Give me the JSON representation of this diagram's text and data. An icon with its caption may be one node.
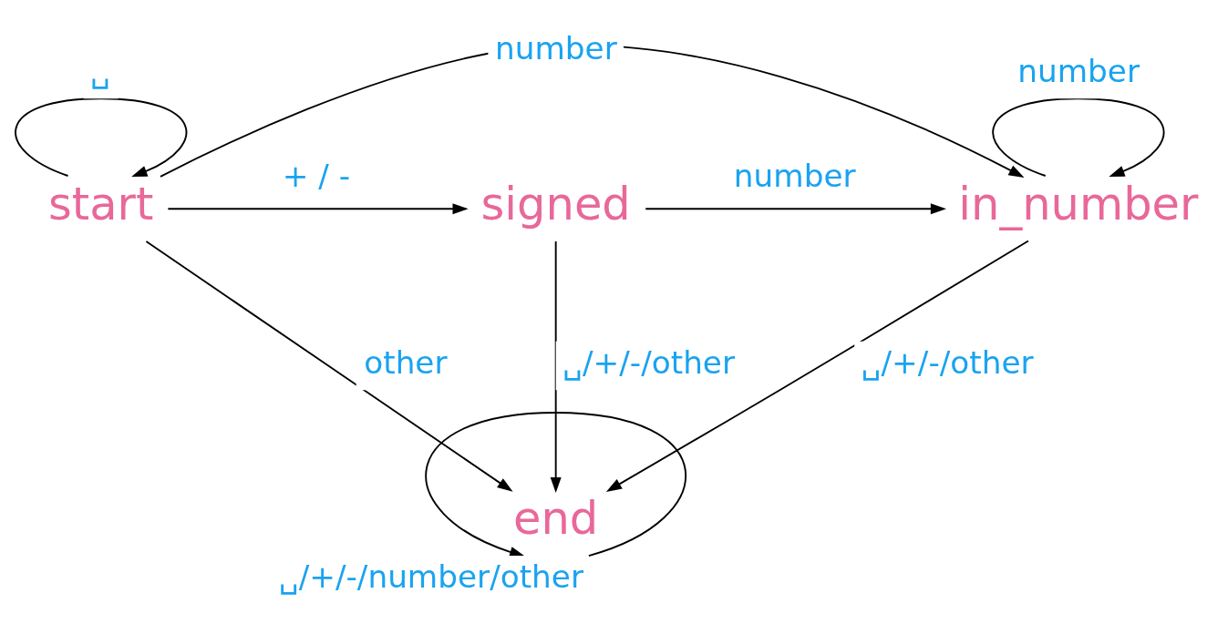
{
  "diagram": {
    "nodes": [
      {
        "text": [
          "start"
        ]
      },
      {
        "text": [
          "signed"
        ]
      },
      {
        "text": [
          "in_number"
        ]
      },
      {
        "text": [
          "end"
        ]
      }
    ],
    "edges": [
      {
        "from": 0,
        "to": 0,
        "arrow": "to",
        "label": "␣"
      },
      {
        "from": 0,
        "to": 2,
        "arrow": "to",
        "label": "number"
      },
      {
        "from": 0,
        "to": 1,
        "arrow": "to",
        "label": "+ / -"
      },
      {
        "from": 1,
        "to": 2,
        "arrow": "to",
        "label": "number"
      },
      {
        "from": 2,
        "to": 2,
        "arrow": "to",
        "label": "number"
      },
      {
        "from": 1,
        "to": 3,
        "arrow": "to",
        "label": "␣/+/-/other"
      },
      {
        "from": 0,
        "to": 3,
        "arrow": "to",
        "label": "other"
      },
      {
        "from": 2,
        "to": 3,
        "arrow": "to",
        "label": "␣/+/-/other"
      },
      {
        "from": 3,
        "to": 3,
        "arrow": "to",
        "label": "␣/+/-/number/other"
      }
    ]
  }
}
